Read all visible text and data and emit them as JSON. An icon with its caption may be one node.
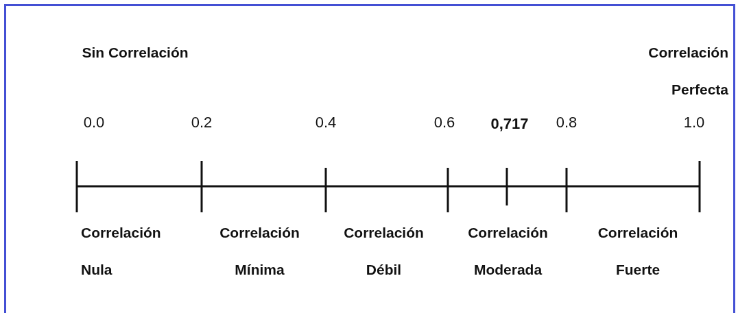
{
  "diagram": {
    "labels": [
      "Sin Correlación",
      "Correlación Perfecta",
      "0.0",
      "0.2",
      "0.4",
      "0.6",
      "0,717",
      "0.8",
      "1.0",
      "Correlación Nula",
      "Correlación Mínima",
      "Correlación Débil",
      "Correlación Moderada",
      "Correlación Fuerte"
    ]
  }
}
